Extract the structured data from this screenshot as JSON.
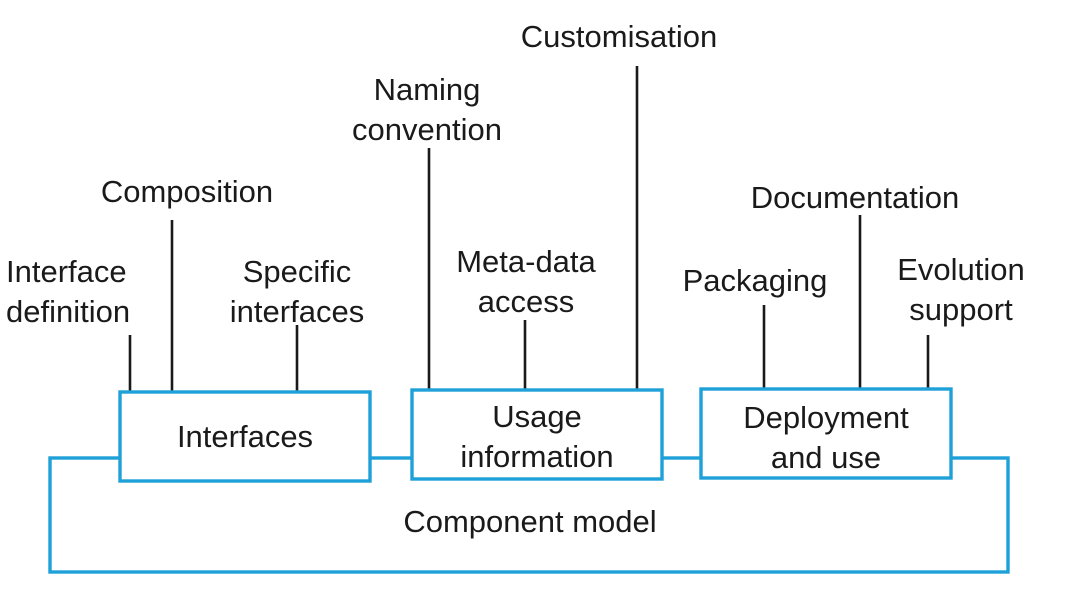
{
  "diagram": {
    "container": {
      "label": "Component model"
    },
    "boxes": [
      {
        "id": "interfaces",
        "label": "Interfaces"
      },
      {
        "id": "usage",
        "label": "Usage\ninformation"
      },
      {
        "id": "deployment",
        "label": "Deployment\nand use"
      }
    ],
    "features": [
      {
        "id": "interface-definition",
        "label": "Interface\ndefinition",
        "box": "interfaces"
      },
      {
        "id": "composition",
        "label": "Composition",
        "box": "interfaces"
      },
      {
        "id": "specific-interfaces",
        "label": "Specific\ninterfaces",
        "box": "interfaces"
      },
      {
        "id": "naming-convention",
        "label": "Naming\nconvention",
        "box": "usage"
      },
      {
        "id": "meta-data-access",
        "label": "Meta-data\naccess",
        "box": "usage"
      },
      {
        "id": "customisation",
        "label": "Customisation",
        "box": "usage"
      },
      {
        "id": "packaging",
        "label": "Packaging",
        "box": "deployment"
      },
      {
        "id": "documentation",
        "label": "Documentation",
        "box": "deployment"
      },
      {
        "id": "evolution-support",
        "label": "Evolution\nsupport",
        "box": "deployment"
      }
    ]
  }
}
